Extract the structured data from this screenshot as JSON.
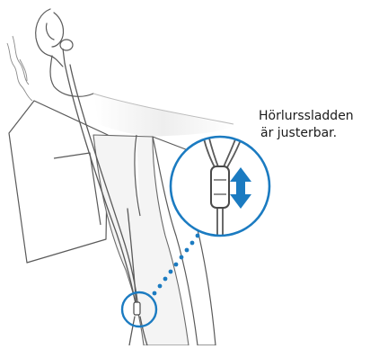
{
  "callout": {
    "line1": "Hörlurssladden",
    "line2": "är justerbar."
  },
  "colors": {
    "accent_blue": "#1b7bc1",
    "line_gray": "#5a5a5a",
    "shade_gray": "#e9e9e9"
  },
  "icons": {
    "adjust_arrow": "double-headed-vertical-arrow"
  }
}
